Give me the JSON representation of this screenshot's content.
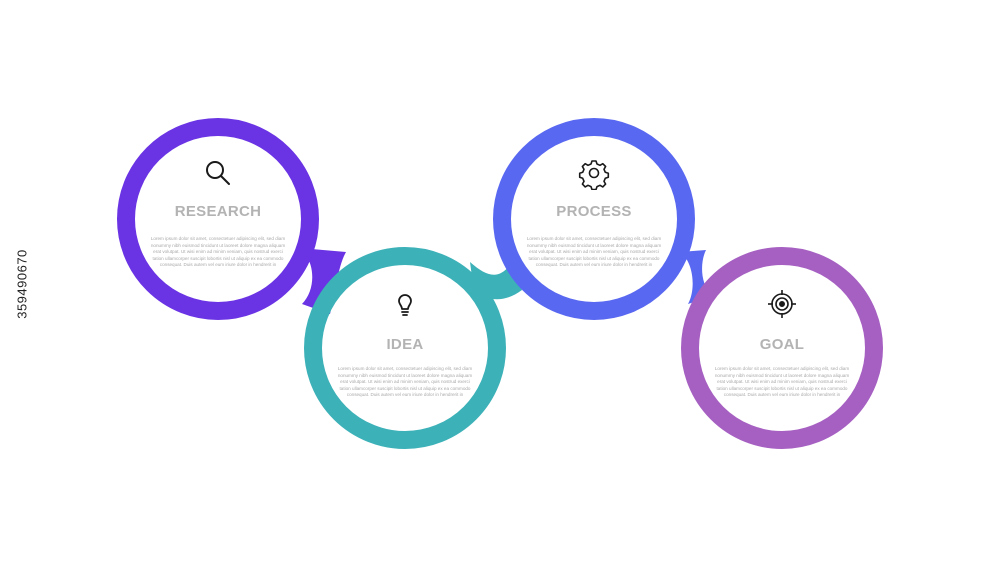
{
  "colors": {
    "research": "#6a33e4",
    "idea": "#3cb1b8",
    "process": "#5968f1",
    "goal": "#a660c2",
    "title_text": "#b3b3b3",
    "body_text": "#a9a9a9",
    "icon": "#1a1a1a"
  },
  "steps": [
    {
      "title": "RESEARCH",
      "icon": "search-icon",
      "body": "Lorem ipsum dolor sit amet, consectetuer adipiscing elit, sed diam nonummy nibh euismod tincidunt ut laoreet dolore magna aliquam erat volutpat. Ut wisi enim ad minim veniam, quis nostrud exerci tation ullamcorper suscipit lobortis nisl ut aliquip ex ea commodo consequat. Duis autem vel eum iriure dolor in hendrerit in"
    },
    {
      "title": "IDEA",
      "icon": "lightbulb-icon",
      "body": "Lorem ipsum dolor sit amet, consectetuer adipiscing elit, sed diam nonummy nibh euismod tincidunt ut laoreet dolore magna aliquam erat volutpat. Ut wisi enim ad minim veniam, quis nostrud exerci tation ullamcorper suscipit lobortis nisl ut aliquip ex ea commodo consequat. Duis autem vel eum iriure dolor in hendrerit in"
    },
    {
      "title": "PROCESS",
      "icon": "gear-icon",
      "body": "Lorem ipsum dolor sit amet, consectetuer adipiscing elit, sed diam nonummy nibh euismod tincidunt ut laoreet dolore magna aliquam erat volutpat. Ut wisi enim ad minim veniam, quis nostrud exerci tation ullamcorper suscipit lobortis nisl ut aliquip ex ea commodo consequat. Duis autem vel eum iriure dolor in hendrerit in"
    },
    {
      "title": "GOAL",
      "icon": "target-icon",
      "body": "Lorem ipsum dolor sit amet, consectetuer adipiscing elit, sed diam nonummy nibh euismod tincidunt ut laoreet dolore magna aliquam erat volutpat. Ut wisi enim ad minim veniam, quis nostrud exerci tation ullamcorper suscipit lobortis nisl ut aliquip ex ea commodo consequat. Duis autem vel eum iriure dolor in hendrerit in"
    }
  ],
  "side_id": "359490670"
}
